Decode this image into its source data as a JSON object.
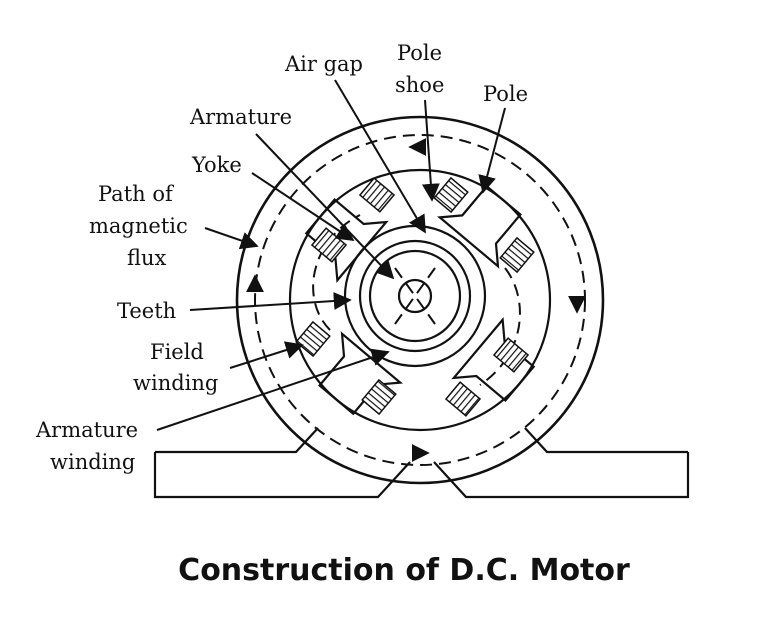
{
  "labels": {
    "air_gap": "Air gap",
    "pole_shoe_1": "Pole",
    "pole_shoe_2": "shoe",
    "pole": "Pole",
    "armature": "Armature",
    "yoke": "Yoke",
    "path_1": "Path of",
    "path_2": "magnetic",
    "path_3": "flux",
    "teeth": "Teeth",
    "field_1": "Field",
    "field_2": "winding",
    "arm_wind_1": "Armature",
    "arm_wind_2": "winding"
  },
  "caption": "Construction of D.C. Motor"
}
